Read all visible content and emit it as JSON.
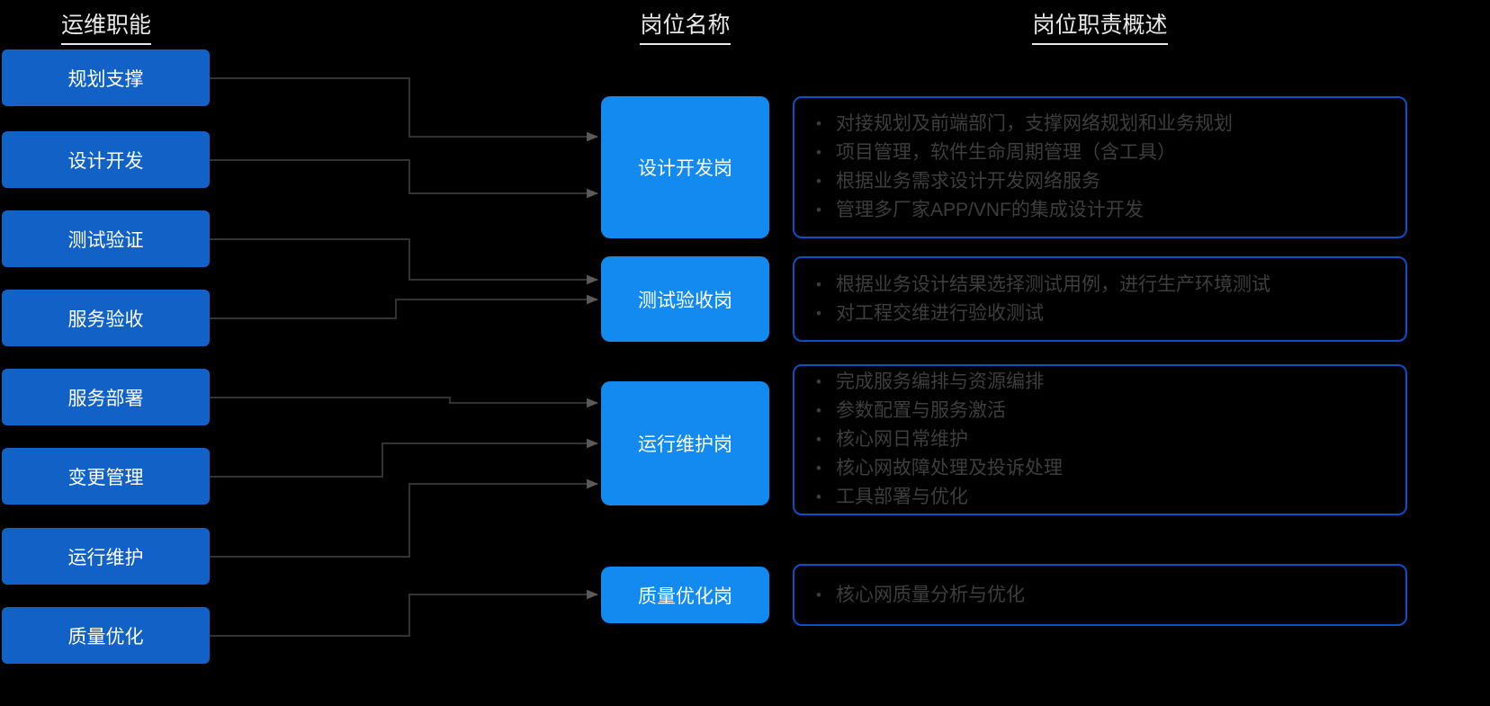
{
  "headers": {
    "functions": "运维职能",
    "positions": "岗位名称",
    "responsibilities": "岗位职责概述"
  },
  "functions": [
    {
      "label": "规划支撑"
    },
    {
      "label": "设计开发"
    },
    {
      "label": "测试验证"
    },
    {
      "label": "服务验收"
    },
    {
      "label": "服务部署"
    },
    {
      "label": "变更管理"
    },
    {
      "label": "运行维护"
    },
    {
      "label": "质量优化"
    }
  ],
  "positions": [
    {
      "label": "设计开发岗"
    },
    {
      "label": "测试验收岗"
    },
    {
      "label": "运行维护岗"
    },
    {
      "label": "质量优化岗"
    }
  ],
  "responsibilities": [
    {
      "position": "设计开发岗",
      "items": [
        "对接规划及前端部门，支撑网络规划和业务规划",
        "项目管理，软件生命周期管理（含工具）",
        "根据业务需求设计开发网络服务",
        "管理多厂家APP/VNF的集成设计开发"
      ]
    },
    {
      "position": "测试验收岗",
      "items": [
        "根据业务设计结果选择测试用例，进行生产环境测试",
        "对工程交维进行验收测试"
      ]
    },
    {
      "position": "运行维护岗",
      "items": [
        "完成服务编排与资源编排",
        "参数配置与服务激活",
        "核心网日常维护",
        "核心网故障处理及投诉处理",
        "工具部署与优化"
      ]
    },
    {
      "position": "质量优化岗",
      "items": [
        "核心网质量分析与优化"
      ]
    }
  ],
  "connections": [
    {
      "from": "规划支撑",
      "to": "设计开发岗"
    },
    {
      "from": "设计开发",
      "to": "设计开发岗"
    },
    {
      "from": "测试验证",
      "to": "测试验收岗"
    },
    {
      "from": "服务验收",
      "to": "测试验收岗"
    },
    {
      "from": "服务部署",
      "to": "运行维护岗"
    },
    {
      "from": "变更管理",
      "to": "运行维护岗"
    },
    {
      "from": "运行维护",
      "to": "运行维护岗"
    },
    {
      "from": "质量优化",
      "to": "质量优化岗"
    }
  ],
  "colors": {
    "background": "#000000",
    "function_box": "#1261c7",
    "position_box": "#128af0",
    "panel_border": "#0d4fc4",
    "panel_text": "#3e3e3e",
    "header_text": "#e8e8e8",
    "connector": "#333333",
    "connector_arrow": "#5a5a5a"
  }
}
